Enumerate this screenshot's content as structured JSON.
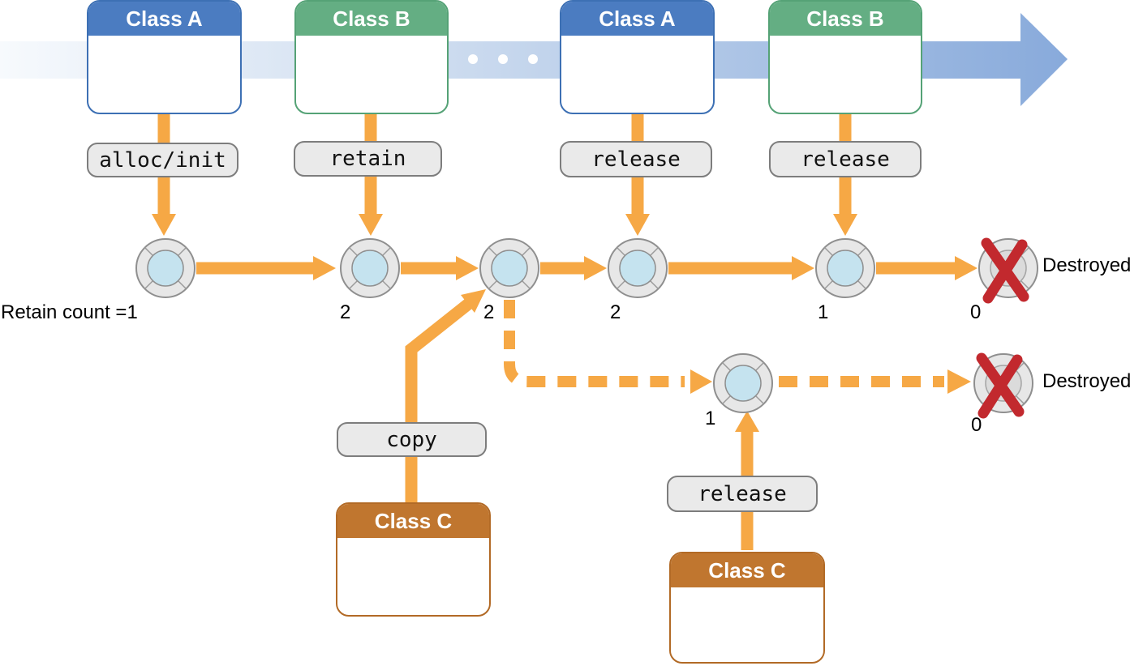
{
  "colors": {
    "blue_header": "#4b7cc1",
    "blue_border": "#3d70b4",
    "green_header": "#64ae83",
    "green_border": "#55a276",
    "orange_header": "#c0762f",
    "orange_border": "#b26a26",
    "arrow_orange": "#f6a845",
    "band_light": "#f7fafd",
    "band_mid": "#c9d9ee",
    "band_dark": "#88aadb",
    "pill_bg": "#eaeaea",
    "pill_border": "#7d7d7d",
    "ring_fill": "#e7e7e7",
    "ring_border": "#8f8f8f",
    "inner_fill": "#c5e3ef",
    "destroyed_inner": "#dbdbdb",
    "red_x": "#c2292e",
    "text": "#000000"
  },
  "timeline": {
    "ellipsis_dots": 3
  },
  "boxes": [
    {
      "label": "Class A"
    },
    {
      "label": "Class B"
    },
    {
      "label": "Class A"
    },
    {
      "label": "Class B"
    },
    {
      "label": "Class C"
    },
    {
      "label": "Class C"
    }
  ],
  "actions": {
    "alloc_init": "alloc/init",
    "retain": "retain",
    "release_top_1": "release",
    "release_top_2": "release",
    "copy": "copy",
    "release_bottom": "release"
  },
  "counts": {
    "start": "Retain count =1",
    "after_retain": "2",
    "before_release": "2",
    "after_release_1": "2",
    "after_release_2": "1",
    "destroyed": "0",
    "copy_object": "1",
    "copy_destroyed": "0"
  },
  "labels": {
    "destroyed_main": "Destroyed",
    "destroyed_copy": "Destroyed"
  }
}
